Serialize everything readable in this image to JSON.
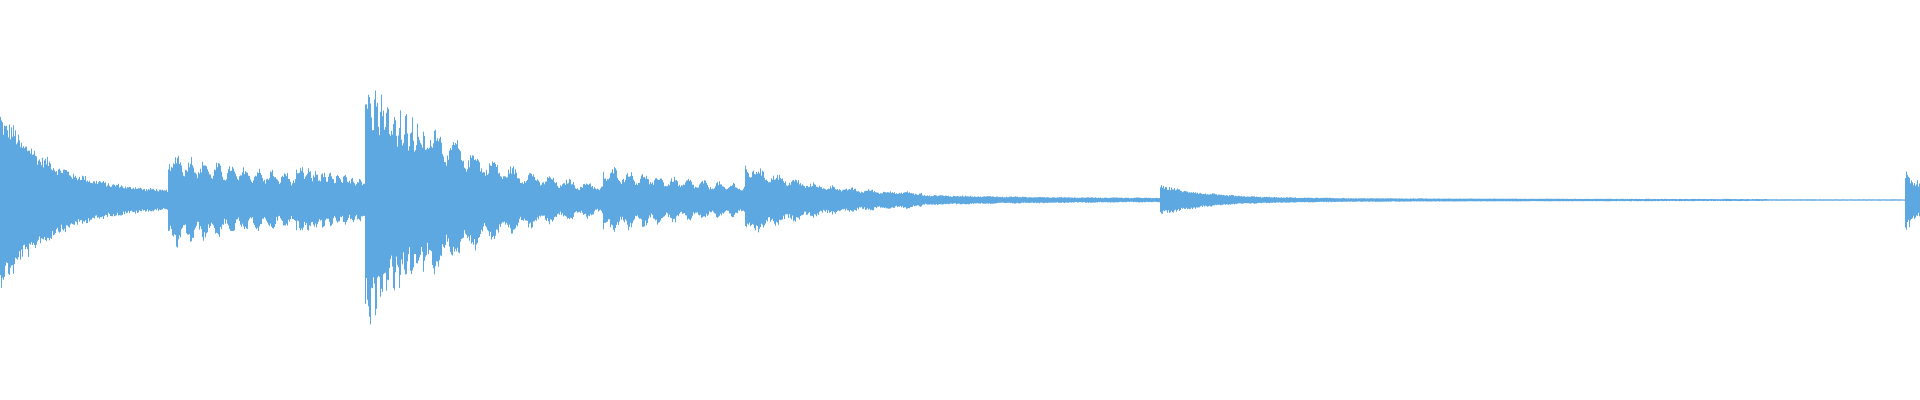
{
  "waveform": {
    "color": "#5ea8e2",
    "background": "#ffffff",
    "amplitude_scale": 1.0,
    "segments": [
      {
        "start": 0.0,
        "end": 0.087,
        "peak": 0.58,
        "floor": 0.045,
        "decay": 3.2,
        "wobble": 0.1
      },
      {
        "start": 0.087,
        "end": 0.154,
        "peak": 0.32,
        "floor": 0.14,
        "decay": 1.6,
        "wobble": 0.35
      },
      {
        "start": 0.154,
        "end": 0.19,
        "peak": 0.22,
        "floor": 0.11,
        "decay": 1.2,
        "wobble": 0.25
      },
      {
        "start": 0.19,
        "end": 0.22,
        "peak": 0.86,
        "floor": 0.35,
        "decay": 1.4,
        "wobble": 0.3
      },
      {
        "start": 0.22,
        "end": 0.314,
        "peak": 0.56,
        "floor": 0.06,
        "decay": 2.4,
        "wobble": 0.35
      },
      {
        "start": 0.314,
        "end": 0.388,
        "peak": 0.22,
        "floor": 0.06,
        "decay": 1.3,
        "wobble": 0.35
      },
      {
        "start": 0.388,
        "end": 0.48,
        "peak": 0.24,
        "floor": 0.035,
        "decay": 2.6,
        "wobble": 0.25
      },
      {
        "start": 0.48,
        "end": 0.604,
        "peak": 0.035,
        "floor": 0.012,
        "decay": 2.0,
        "wobble": 0.15
      },
      {
        "start": 0.604,
        "end": 0.7,
        "peak": 0.1,
        "floor": 0.012,
        "decay": 4.0,
        "wobble": 0.1
      },
      {
        "start": 0.7,
        "end": 0.92,
        "peak": 0.012,
        "floor": 0.005,
        "decay": 1.5,
        "wobble": 0.05
      },
      {
        "start": 0.92,
        "end": 0.992,
        "peak": 0.005,
        "floor": 0.004,
        "decay": 1.0,
        "wobble": 0.0
      },
      {
        "start": 0.992,
        "end": 1.0,
        "peak": 0.22,
        "floor": 0.1,
        "decay": 2.0,
        "wobble": 0.2
      }
    ]
  }
}
